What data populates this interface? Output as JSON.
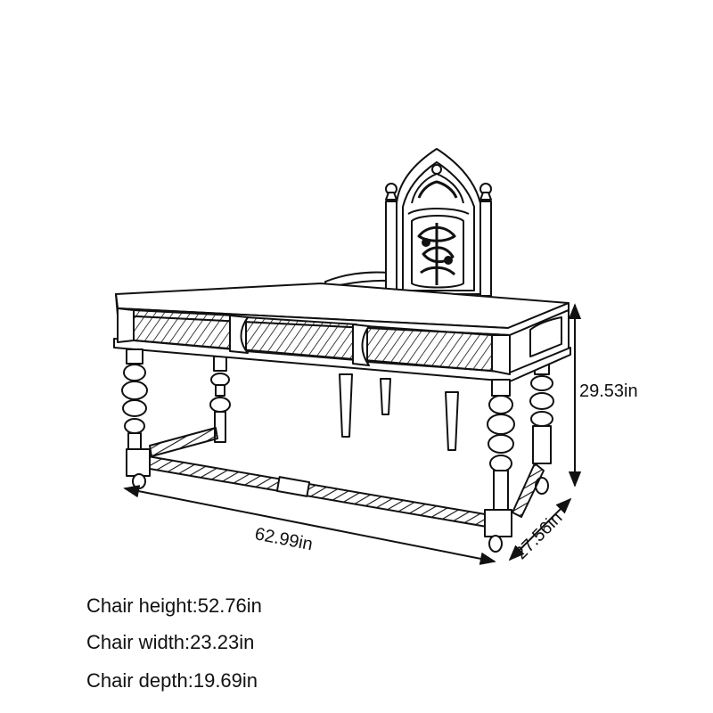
{
  "dimensions": {
    "table_height": "29.53in",
    "table_length": "62.99in",
    "table_depth": "27.56in"
  },
  "specs": [
    "Chair height:52.76in",
    "Chair width:23.23in",
    "Chair depth:19.69in"
  ],
  "colors": {
    "line": "#111111",
    "background": "#ffffff"
  }
}
